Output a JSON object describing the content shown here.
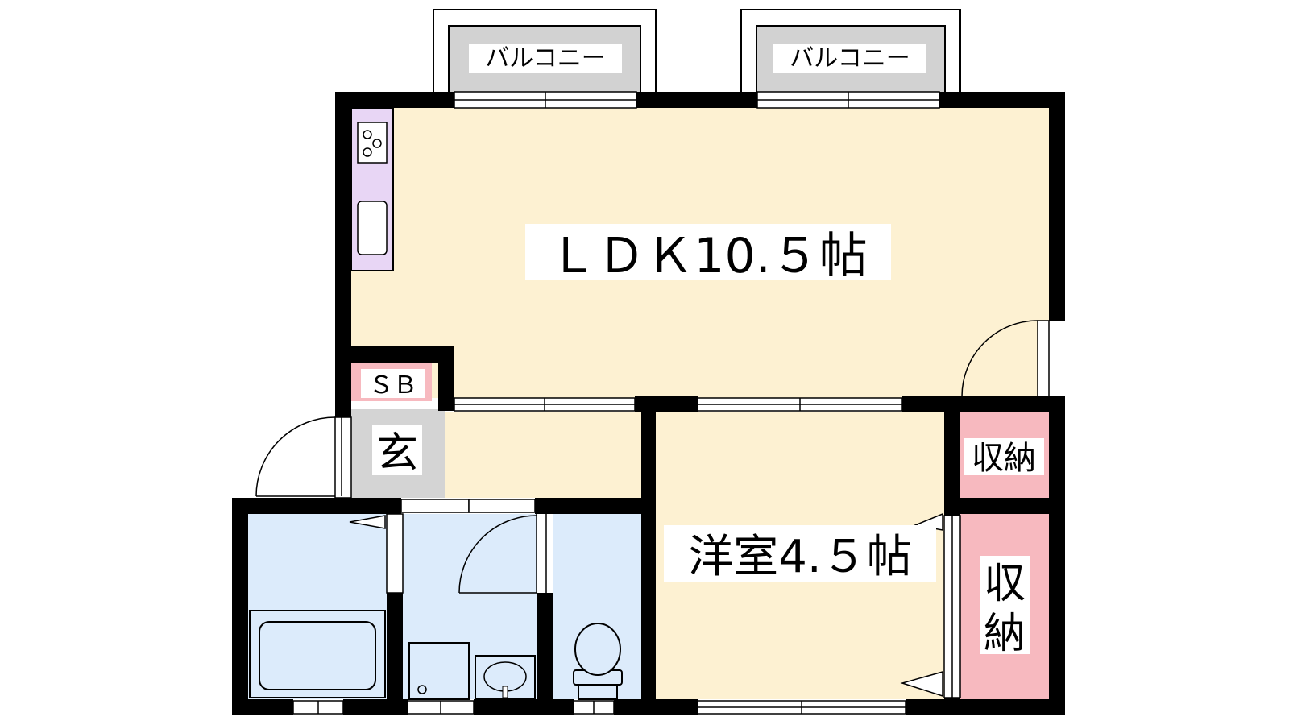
{
  "labels": {
    "balcony_left": "バルコニー",
    "balcony_right": "バルコニー",
    "ldk": "ＬＤＫ10.５帖",
    "shoe_box": "ＳＢ",
    "entrance": "玄",
    "western_room": "洋室4.５帖",
    "storage_small": "収納",
    "storage_large_1": "収",
    "storage_large_2": "納"
  },
  "colors": {
    "wall": "#000000",
    "ldk_floor": "#fdf1d2",
    "western_floor": "#fdf1d2",
    "corridor_floor": "#fdf1d2",
    "wet_area": "#dcebfb",
    "entrance_floor": "#d4d4d4",
    "balcony_floor": "#d2d2d2",
    "storage": "#f7b9bf",
    "kitchen": "#e8d6f5"
  }
}
